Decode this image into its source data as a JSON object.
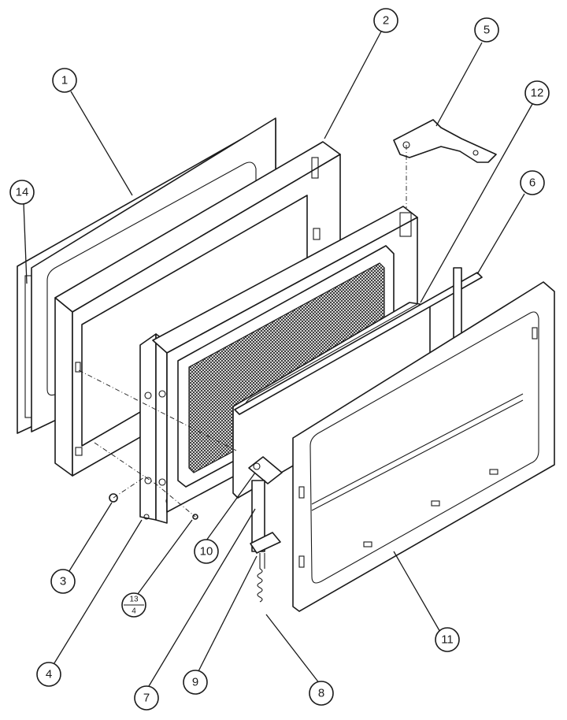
{
  "callouts": [
    {
      "id": "c1",
      "label": "1"
    },
    {
      "id": "c2",
      "label": "2"
    },
    {
      "id": "c3",
      "label": "3"
    },
    {
      "id": "c4",
      "label": "4"
    },
    {
      "id": "c5",
      "label": "5"
    },
    {
      "id": "c6",
      "label": "6"
    },
    {
      "id": "c7",
      "label": "7"
    },
    {
      "id": "c8",
      "label": "8"
    },
    {
      "id": "c9",
      "label": "9"
    },
    {
      "id": "c10",
      "label": "10"
    },
    {
      "id": "c11",
      "label": "11"
    },
    {
      "id": "c12",
      "label": "12"
    },
    {
      "id": "c14",
      "label": "14"
    }
  ],
  "fraction_callout": {
    "numerator": "13",
    "denominator": "4"
  }
}
